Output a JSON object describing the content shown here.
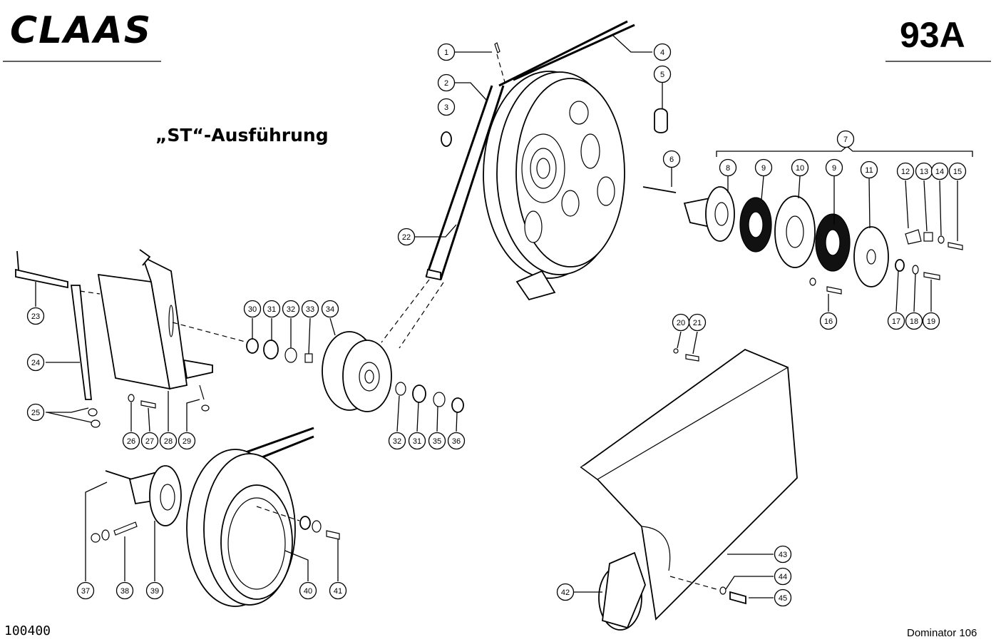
{
  "header": {
    "brand": "CLAAS",
    "page_number": "93A"
  },
  "title": "„ST“-Ausführung",
  "footer": {
    "document_number": "100400",
    "model": "Dominator 106"
  },
  "callouts": [
    "1",
    "2",
    "3",
    "4",
    "5",
    "6",
    "7",
    "8",
    "9",
    "10",
    "9",
    "11",
    "12",
    "13",
    "14",
    "15",
    "16",
    "17",
    "18",
    "19",
    "20",
    "21",
    "22",
    "23",
    "24",
    "25",
    "26",
    "27",
    "28",
    "29",
    "30",
    "31",
    "32",
    "33",
    "34",
    "32",
    "31",
    "35",
    "36",
    "37",
    "38",
    "39",
    "40",
    "41",
    "42",
    "43",
    "44",
    "45"
  ]
}
